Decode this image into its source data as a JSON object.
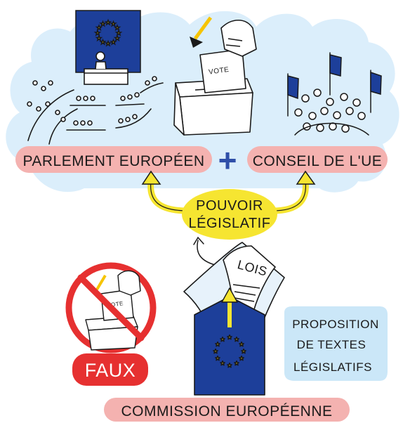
{
  "labels": {
    "parliament": "PARLEMENT EUROPÉEN",
    "plus": "+",
    "council": "CONSEIL DE L'UE",
    "power_line1": "POUVOIR",
    "power_line2": "LÉGISLATIF",
    "laws": "LOIS",
    "vote_large": "VOTE",
    "vote_small": "VOTE",
    "false": "FAUX",
    "proposal_line1": "PROPOSITION",
    "proposal_line2": "DE TEXTES",
    "proposal_line3": "LÉGISLATIFS",
    "commission": "COMMISSION EUROPÉENNE"
  },
  "colors": {
    "cloud": "#dbeefb",
    "pink_banner": "#f4b2b0",
    "yellow": "#f6e531",
    "blue_plus": "#2f4fa8",
    "eu_blue": "#1d3f9a",
    "eu_star": "#f7d51c",
    "red_sign": "#e63030",
    "light_blue_box": "#cbe7f8",
    "ink": "#1a1a1a"
  },
  "icons": [
    "eu-flag-icon",
    "ballot-box-icon",
    "crowd-icon",
    "hemicycle-icon",
    "document-icon",
    "no-sign-icon",
    "arrow-icon"
  ]
}
